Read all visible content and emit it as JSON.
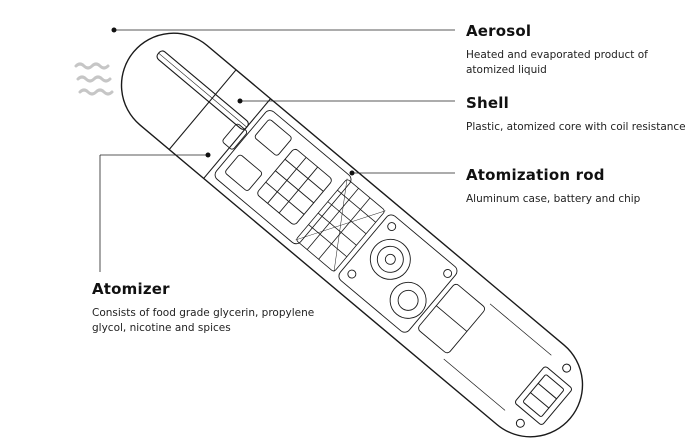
{
  "labels": {
    "aerosol": {
      "title": "Aerosol",
      "desc_lines": [
        "Heated and evaporated product of",
        "atomized liquid"
      ]
    },
    "shell": {
      "title": "Shell",
      "desc_lines": [
        "Plastic, atomized core with coil resistance"
      ]
    },
    "rod": {
      "title": "Atomization rod",
      "desc_lines": [
        "Aluminum case, battery and chip"
      ]
    },
    "atomizer": {
      "title": "Atomizer",
      "desc_lines": [
        "Consists of food grade glycerin, propylene",
        "glycol, nicotine and spices"
      ]
    }
  },
  "colors": {
    "line": "#1a1a1a",
    "vapor": "#c8c8c8",
    "text": "#111111"
  },
  "icons": {
    "vapor": "wavy-vapor-lines-icon",
    "leader_dot": "leader-dot-icon"
  }
}
